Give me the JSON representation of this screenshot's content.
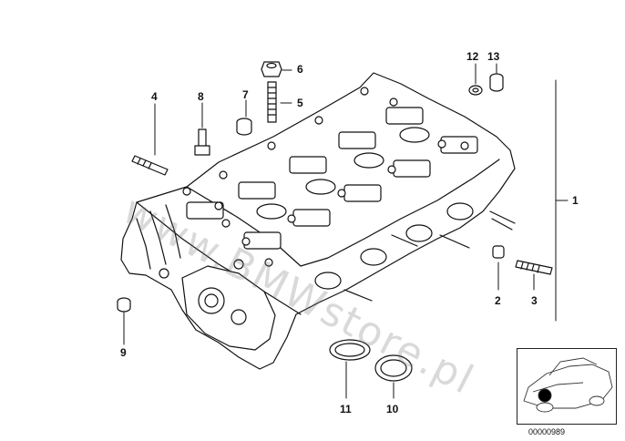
{
  "diagram": {
    "watermark": "www.BMWstore.pl",
    "document_id": "00000989",
    "callouts": [
      {
        "id": "c1",
        "text": "1"
      },
      {
        "id": "c2",
        "text": "2"
      },
      {
        "id": "c3",
        "text": "3"
      },
      {
        "id": "c4",
        "text": "4"
      },
      {
        "id": "c5",
        "text": "5"
      },
      {
        "id": "c6",
        "text": "6"
      },
      {
        "id": "c7",
        "text": "7"
      },
      {
        "id": "c8",
        "text": "8"
      },
      {
        "id": "c9",
        "text": "9"
      },
      {
        "id": "c10",
        "text": "10"
      },
      {
        "id": "c11",
        "text": "11"
      },
      {
        "id": "c12",
        "text": "12"
      },
      {
        "id": "c13",
        "text": "13"
      }
    ]
  }
}
